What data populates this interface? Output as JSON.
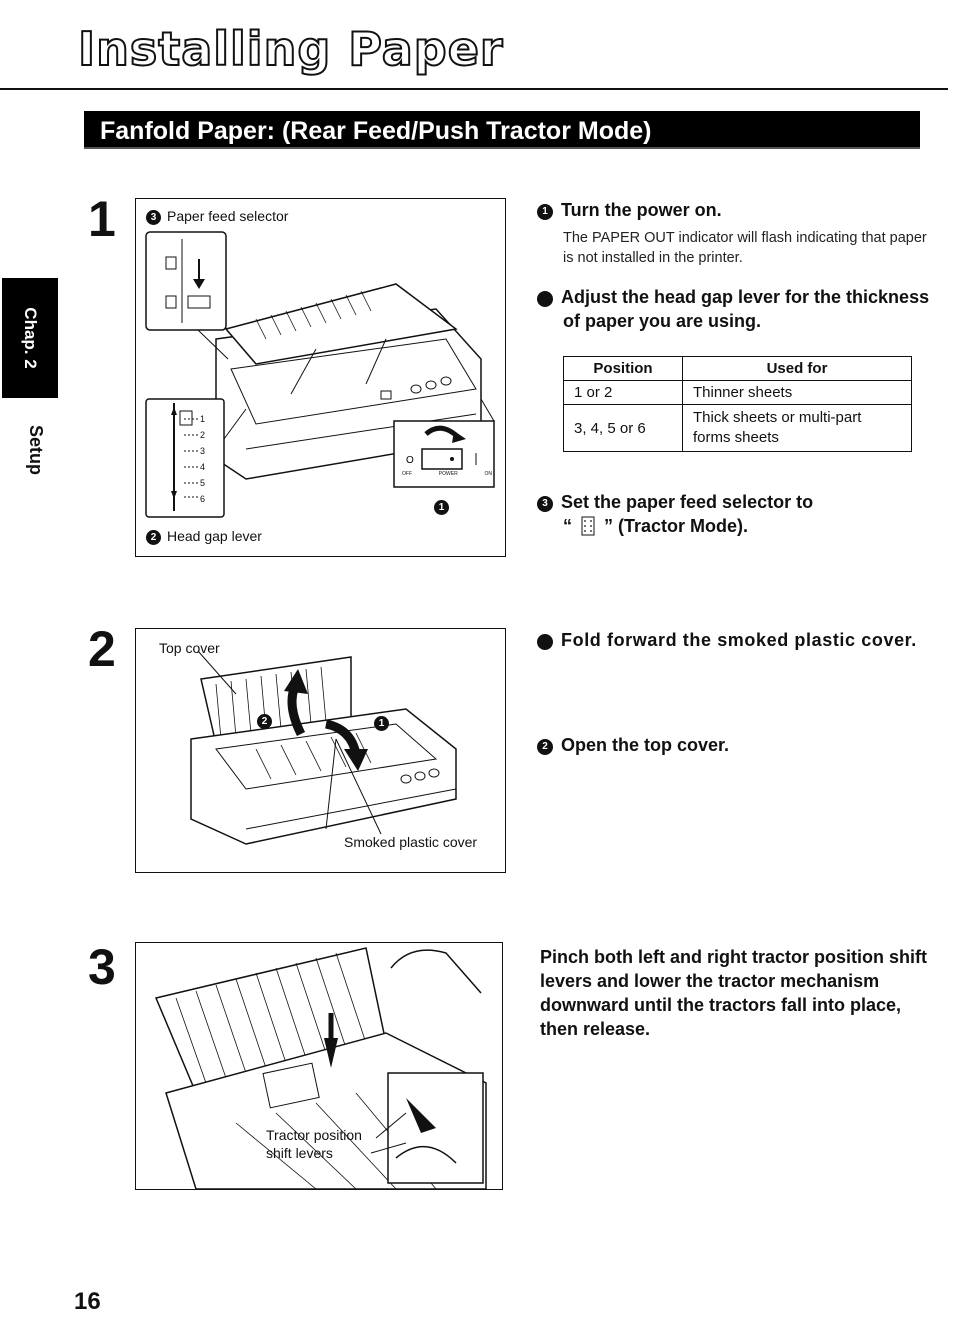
{
  "page_title": "Installing Paper",
  "section_title": "Fanfold Paper:   (Rear Feed/Push Tractor Mode)",
  "side_tab": {
    "chapter": "Chap. 2",
    "section": "Setup"
  },
  "steps": [
    {
      "number": "1",
      "figure_labels": {
        "paper_feed_selector_marker": "3",
        "paper_feed_selector": "Paper feed selector",
        "head_gap_lever_marker": "2",
        "head_gap_lever": "Head gap lever",
        "power_marker": "1",
        "switch_off": "OFF",
        "switch_power": "POWER",
        "switch_on": "ON",
        "gap_scale": [
          "1",
          "2",
          "3",
          "4",
          "5",
          "6"
        ]
      },
      "instructions": [
        {
          "marker": "1",
          "heading": "Turn the power on.",
          "body": "The PAPER OUT indicator will flash indicating that paper is not installed in the printer."
        },
        {
          "marker": "2",
          "heading": "Adjust the head gap lever for the thickness of paper you are using."
        },
        {
          "marker": "3",
          "heading_before": "Set the paper feed selector to",
          "heading_quote_open": "“",
          "heading_after": "” (Tractor Mode)."
        }
      ],
      "table": {
        "headers": [
          "Position",
          "Used for"
        ],
        "rows": [
          [
            "1 or 2",
            "Thinner sheets"
          ],
          [
            "3, 4, 5 or 6",
            "Thick sheets or multi-part forms sheets"
          ]
        ]
      }
    },
    {
      "number": "2",
      "figure_labels": {
        "top_cover": "Top cover",
        "smoked_cover": "Smoked plastic cover",
        "marker_1": "1",
        "marker_2": "2"
      },
      "instructions": [
        {
          "marker": "1",
          "heading": "Fold forward the smoked plastic cover."
        },
        {
          "marker": "2",
          "heading": "Open the top cover."
        }
      ]
    },
    {
      "number": "3",
      "figure_labels": {
        "tractor_line1": "Tractor position",
        "tractor_line2": "shift levers"
      },
      "instructions": [
        {
          "heading": "Pinch both left and right tractor position shift levers and lower the tractor mechanism downward until the tractors fall into place, then release."
        }
      ]
    }
  ],
  "page_number": "16"
}
